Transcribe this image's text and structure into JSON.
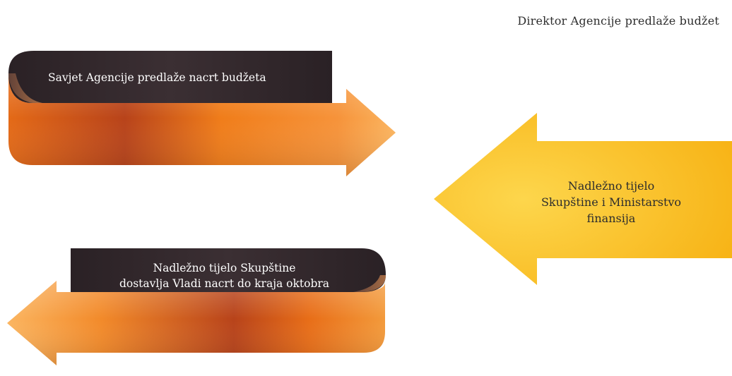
{
  "header": {
    "text": "Direktor Agencije predlaže budžet"
  },
  "steps": {
    "council": {
      "text": "Savjet Agencije predlaže nacrt budžeta"
    },
    "parliament_ministry": {
      "line1": "Nadležno tijelo",
      "line2": "Skupštine i Ministarstvo",
      "line3": "finansija"
    },
    "government": {
      "line1": "Nadležno tijelo Skupštine",
      "line2": "dostavlja Vladi nacrt do kraja oktobra"
    }
  },
  "colors": {
    "ribbon_dark": "#2f2529",
    "arrow_orange": "#f07d1a",
    "arrow_orange_light": "#fbb560",
    "arrow_rust": "#b8431a",
    "arrow_yellow": "#fbbe1c"
  }
}
